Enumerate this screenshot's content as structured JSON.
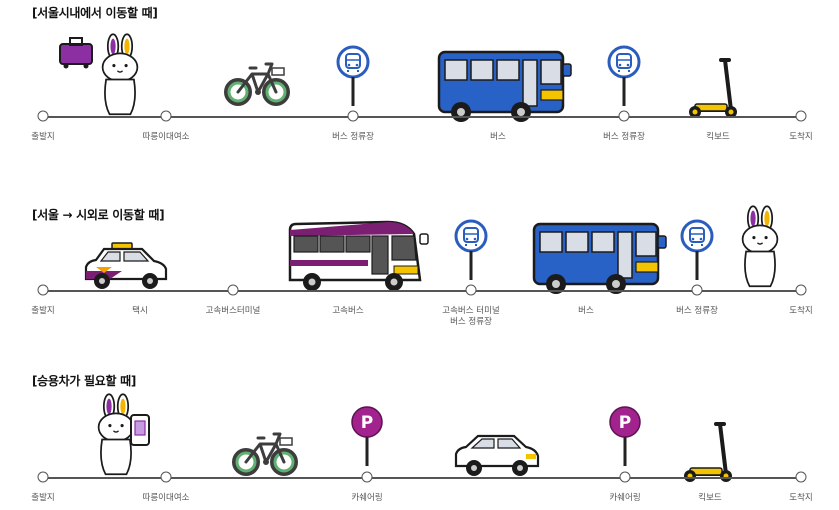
{
  "sections": [
    {
      "heading": "[서울시내에서 이동할 때]",
      "stops": [
        "출발지",
        "따릉이대여소",
        "버스 정류장",
        "버스",
        "버스 정류장",
        "킥보드",
        "도착지"
      ]
    },
    {
      "heading": "[서울 → 시외로 이동할 때]",
      "stops": [
        "출발지",
        "택시",
        "고속버스터미널",
        "고속버스",
        "고속버스 터미널",
        "버스 정류장",
        "버스",
        "버스 정류장",
        "도착지"
      ]
    },
    {
      "heading": "[승용차가 필요할 때]",
      "stops": [
        "출발지",
        "따릉이대여소",
        "카쉐어링",
        "카쉐어링",
        "킥보드",
        "도착지"
      ]
    }
  ],
  "parking_letter": "P",
  "icons": [
    "rabbit-mascot",
    "suitcase",
    "bicycle",
    "bus-stop-sign",
    "city-bus",
    "kick-scooter",
    "taxi",
    "express-bus",
    "smartphone",
    "parking-sign",
    "car"
  ],
  "colors": {
    "bus_blue": "#2962c7",
    "bus_yellow": "#f5c400",
    "express_purple": "#7b1f73",
    "parking_purple": "#a2238e",
    "bike_green": "#5fb071",
    "stop_ring": "#2b5dbd"
  }
}
